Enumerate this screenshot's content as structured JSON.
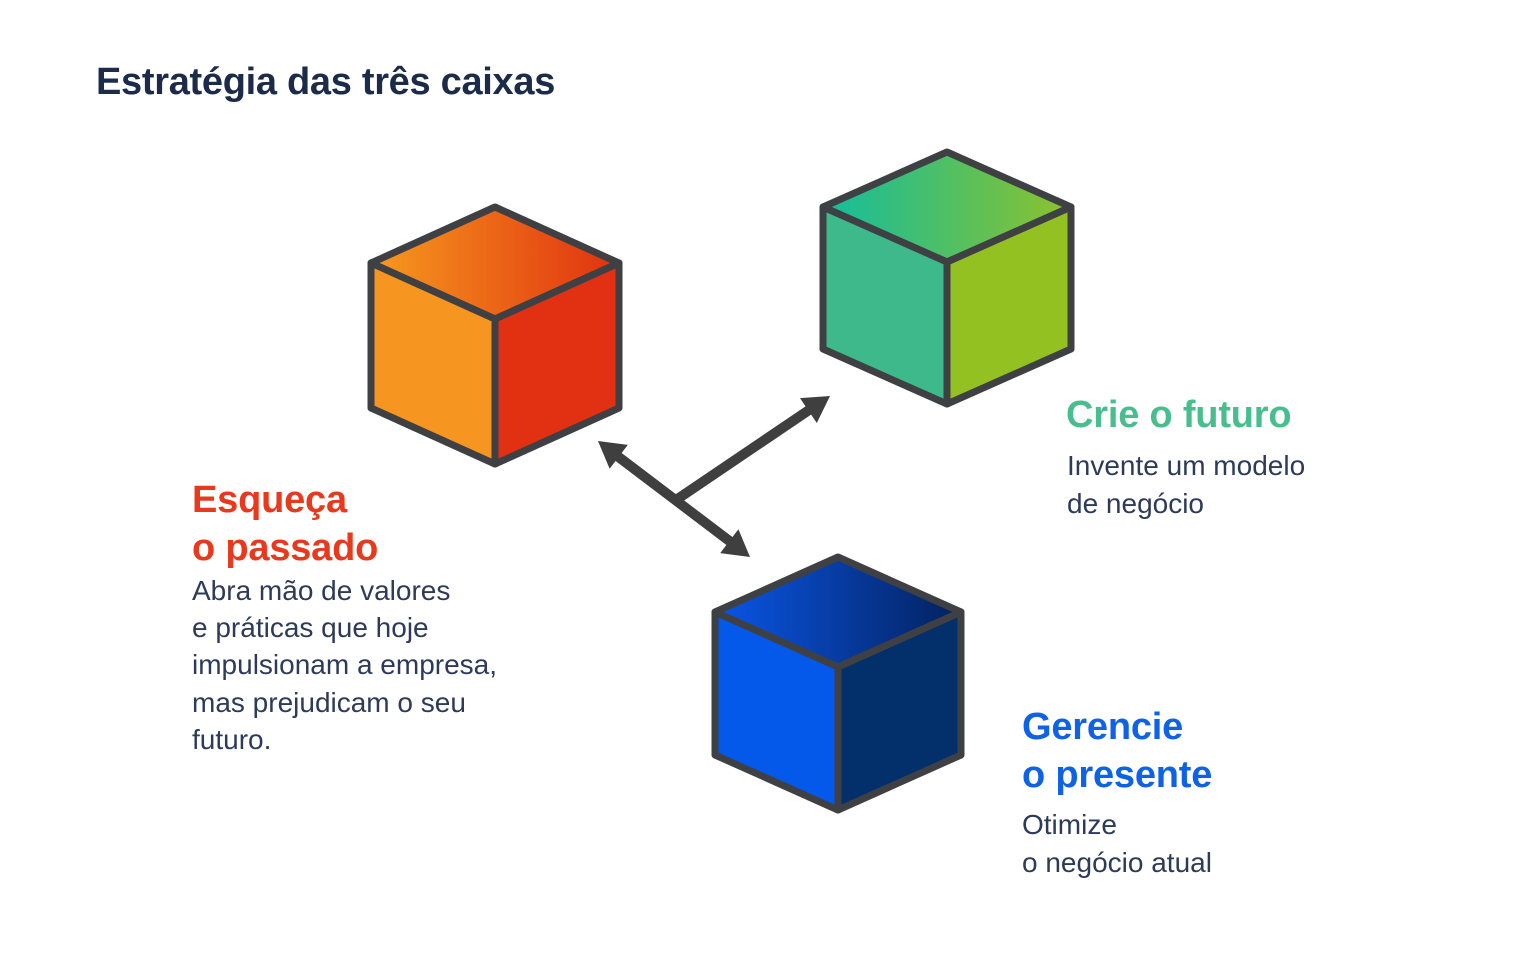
{
  "title": "Estratégia das três caixas",
  "colors": {
    "background": "#FFFFFF",
    "title_text": "#1C2B49",
    "body_text": "#2D3A59",
    "arrow": "#3F3F3F",
    "cube_outline": "#3F4044"
  },
  "cubes": {
    "past": {
      "label": "Esqueça o passado",
      "top_from": "#F79A1E",
      "top_to": "#E03110",
      "left": "#F6951F",
      "right": "#E23112"
    },
    "future": {
      "label": "Crie o futuro",
      "top_from": "#12BD9E",
      "top_to": "#8DC22C",
      "left": "#3EB98B",
      "right": "#93C121"
    },
    "present": {
      "label": "Gerencie o presente",
      "top_from": "#0A56E8",
      "top_to": "#03215C",
      "left": "#0459EB",
      "right": "#03306B"
    }
  },
  "labels": {
    "past": {
      "heading": "Esqueça\no passado",
      "heading_color": "#E8391C",
      "body": "Abra mão de valores\ne práticas que hoje\nimpulsionam a empresa,\nmas prejudicam o seu\nfuturo."
    },
    "future": {
      "heading": "Crie o futuro",
      "heading_color": "#46BE8E",
      "body": "Invente um modelo\nde negócio"
    },
    "present": {
      "heading": "Gerencie\no presente",
      "heading_color": "#0E62E6",
      "body": "Otimize\no negócio atual"
    }
  }
}
